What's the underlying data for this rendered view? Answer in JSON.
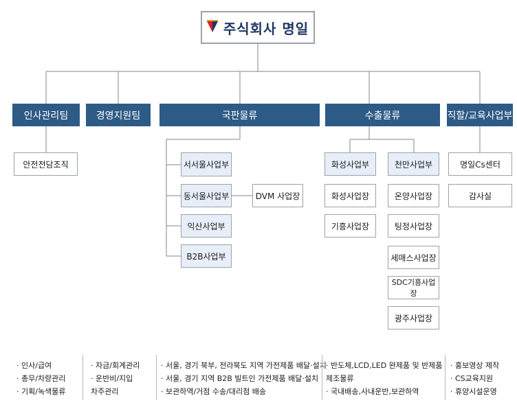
{
  "company": {
    "name": "주식회사 명일",
    "logo_icon": "company-logo-icon"
  },
  "depts": [
    {
      "name": "인사관리팀"
    },
    {
      "name": "경영지원팀"
    },
    {
      "name": "국판물류"
    },
    {
      "name": "수출물류"
    },
    {
      "name": "직할/교육사업부"
    }
  ],
  "units": {
    "hr": [
      "안전전담조직"
    ],
    "domestic": [
      "서서울사업부",
      "동서울사업부",
      "익산사업부",
      "B2B사업부"
    ],
    "domestic_sub": "DVM 사업장",
    "export_left": [
      "화성사업부",
      "화성사업장",
      "기흥사업장"
    ],
    "export_right": [
      "천만사업부",
      "온양사업장",
      "팅정사업장",
      "세매스사업장",
      "SDC기흥사업장",
      "광주사업장"
    ],
    "direct": [
      "명일Cs센터",
      "감사실"
    ]
  },
  "notes": {
    "hr": [
      "· 인사/급여",
      "· 총무/차량관리",
      "· 기획/녹색물류"
    ],
    "mgmt": [
      "· 자금/회계관리",
      "· 운반비/지입",
      "   차주관리"
    ],
    "domestic": [
      "· 서울, 경기 북부, 전라북도 지역 가전제품 배달·설치",
      "· 서울, 경기 지역 B2B 빌트인 가전제품 배달·설치",
      "· 보관하역/거점 수송/대리점 배송"
    ],
    "export": [
      "· 반도체,LCD,LED 완제품 및 반제품",
      "   제조물류",
      "· 국내배송,사내운반,보관하역"
    ],
    "direct": [
      "· 홍보영상 제작",
      "· CS교육지원",
      "· 휴양시설운영"
    ]
  },
  "colors": {
    "dept_bg": "#2e5a86",
    "highlight_bg": "#e8eef8",
    "line": "#7f8790",
    "title": "#1e3766"
  }
}
